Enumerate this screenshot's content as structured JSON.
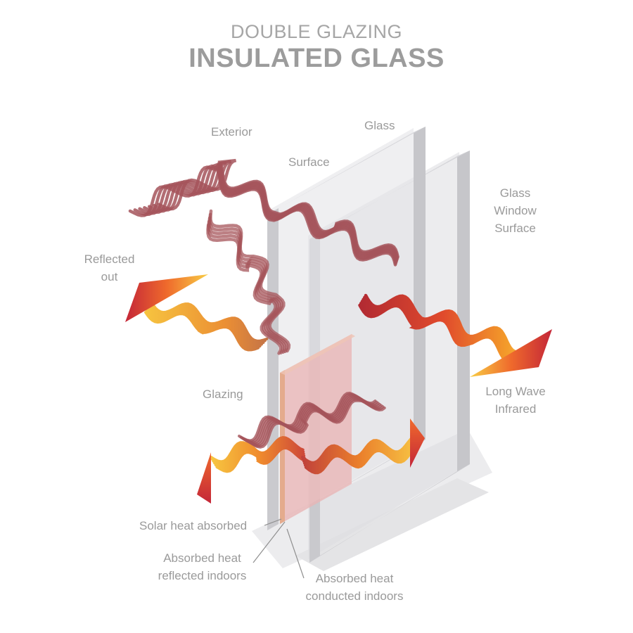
{
  "title": {
    "line1": "DOUBLE GLAZING",
    "line2": "INSULATED GLASS"
  },
  "labels": {
    "exterior": "Exterior",
    "glass": "Glass",
    "surface": "Surface",
    "glass_window_surface": [
      "Glass",
      "Window",
      "Surface"
    ],
    "reflected_out": [
      "Reflected",
      "out"
    ],
    "glazing": "Glazing",
    "long_wave_infrared": [
      "Long Wave",
      "Infrared"
    ],
    "solar_heat_absorbed": "Solar heat absorbed",
    "absorbed_heat_reflected": [
      "Absorbed heat",
      "reflected indoors"
    ],
    "absorbed_heat_conducted": [
      "Absorbed heat",
      "conducted indoors"
    ]
  },
  "colors": {
    "text": "#9a9a9a",
    "wave_maroon": "#a5545a",
    "wave_red": "#c0392b",
    "wave_orange": "#f08a24",
    "wave_yellow": "#f7c640",
    "glass_face": "#d9d9de",
    "glass_edge": "#c4c4c8",
    "glazing_tint": "#e7b2b2"
  },
  "icons": {
    "arrows": "triangle-arrow-icon",
    "waves": "heat-wave-icon"
  }
}
